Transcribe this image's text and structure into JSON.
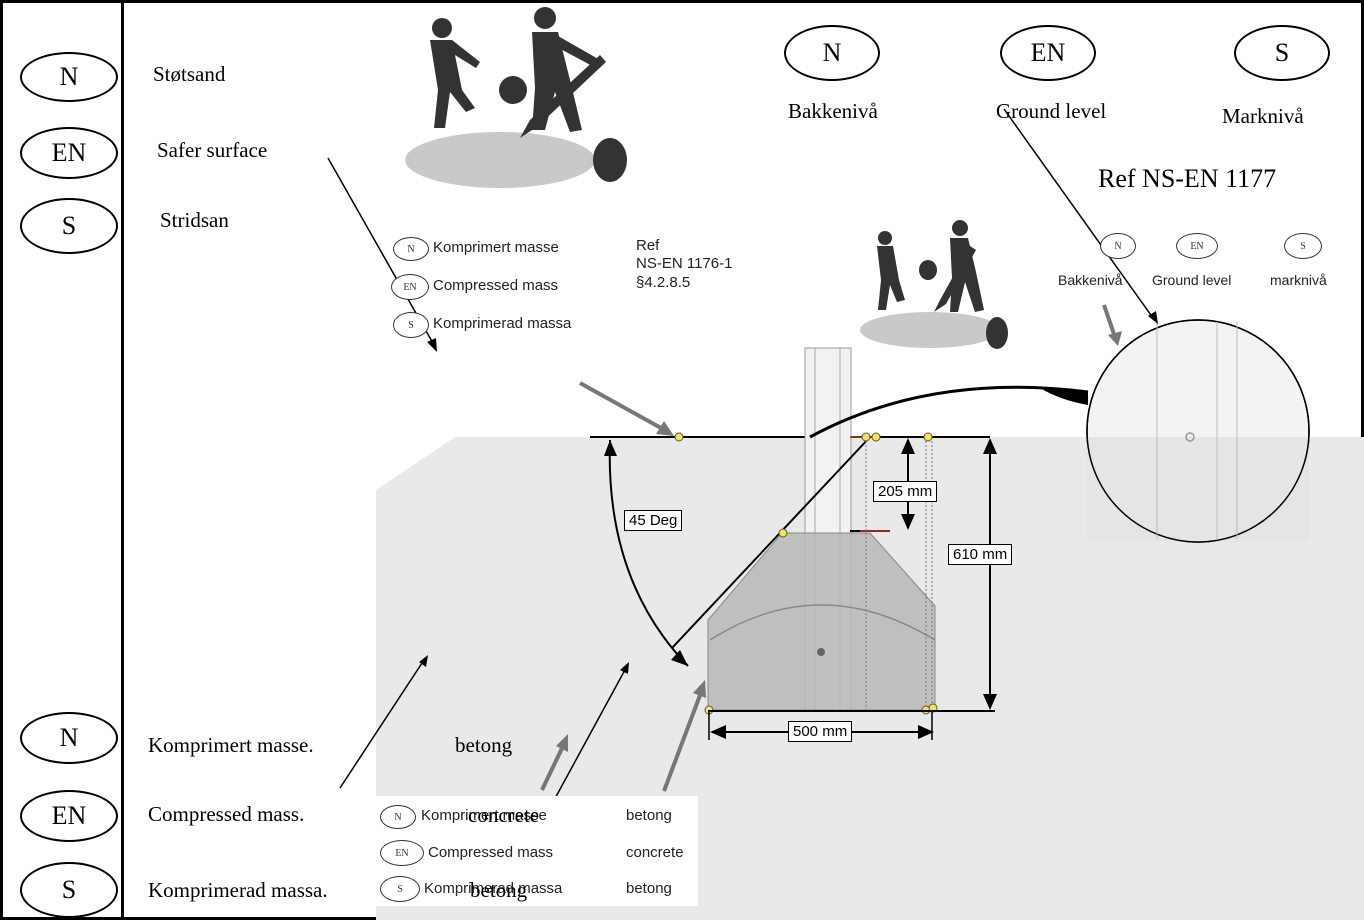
{
  "left_legend_top": [
    {
      "code": "N",
      "label": "Støtsand"
    },
    {
      "code": "EN",
      "label": "Safer surface"
    },
    {
      "code": "S",
      "label": "Stridsan"
    }
  ],
  "left_legend_bottom": [
    {
      "code": "N",
      "label": "Komprimert masse."
    },
    {
      "code": "EN",
      "label": "Compressed mass."
    },
    {
      "code": "S",
      "label": "Komprimerad massa."
    }
  ],
  "top_right_legend": [
    {
      "code": "N",
      "label": "Bakkenivå"
    },
    {
      "code": "EN",
      "label": "Ground level"
    },
    {
      "code": "S",
      "label": "Marknivå"
    }
  ],
  "reference_top": "Ref NS-EN 1177",
  "compressed_legend": {
    "items": [
      {
        "code": "N",
        "label": "Komprimert masse"
      },
      {
        "code": "EN",
        "label": "Compressed mass"
      },
      {
        "code": "S",
        "label": "Komprimerad massa"
      }
    ],
    "reference": [
      "Ref",
      "NS-EN 1176-1",
      "§4.2.8.5"
    ]
  },
  "small_ground_legend": [
    {
      "code": "N",
      "label": "Bakkenivå"
    },
    {
      "code": "EN",
      "label": "Ground level"
    },
    {
      "code": "S",
      "label": "marknivå"
    }
  ],
  "dimensions": {
    "angle": "45 Deg",
    "depth_small": "205 mm",
    "depth_total": "610 mm",
    "width": "500 mm"
  },
  "concrete_labels": {
    "betong_large": "betong",
    "concrete_large": "concrete",
    "betong_large_2": "betong"
  },
  "bottom_table": [
    {
      "code": "N",
      "label": "Komprimert masse",
      "material": "betong"
    },
    {
      "code": "EN",
      "label": "Compressed mass",
      "material": "concrete"
    },
    {
      "code": "S",
      "label": "Komprimerad massa",
      "material": "betong"
    }
  ]
}
